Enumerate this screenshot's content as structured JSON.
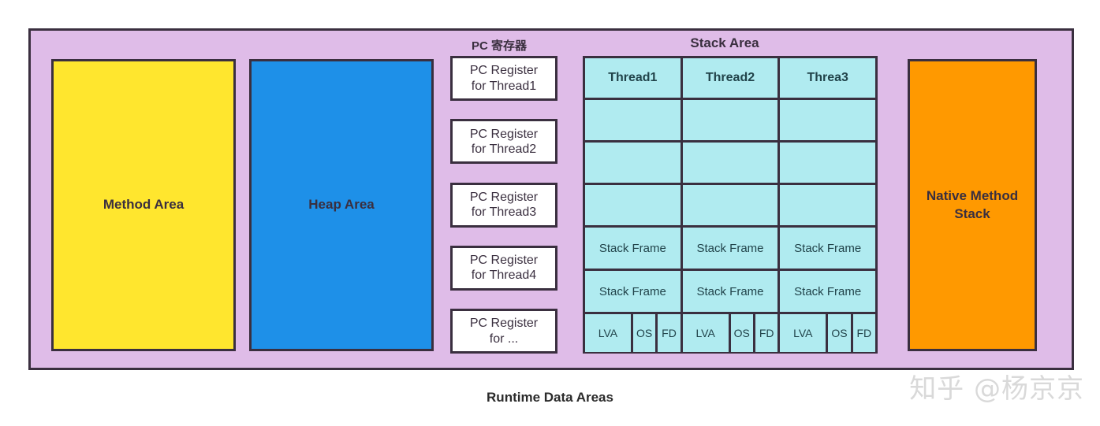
{
  "caption": "Runtime Data Areas",
  "watermark": "知乎 @杨京京",
  "colors": {
    "container_bg": "#DFBCE8",
    "border": "#3A2F3F",
    "method_area": "#FFE62E",
    "heap_area": "#1E90E8",
    "native_method_stack": "#FF9900",
    "stack_cell": "#B0EBF0",
    "pc_box": "#FFFFFF"
  },
  "blocks": {
    "method_area": "Method Area",
    "heap_area": "Heap Area",
    "native_method_stack": "Native\nMethod Stack"
  },
  "pc_section": {
    "label": "PC 寄存器",
    "registers": [
      "PC Register\nfor Thread1",
      "PC Register\nfor Thread2",
      "PC Register\nfor Thread3",
      "PC Register\nfor Thread4",
      "PC Register\nfor ..."
    ]
  },
  "stack_section": {
    "label": "Stack Area",
    "threads": [
      "Thread1",
      "Thread2",
      "Threa3"
    ],
    "empty_rows": 3,
    "frame_rows": [
      "Stack Frame",
      "Stack Frame"
    ],
    "slots": {
      "lva": "LVA",
      "os": "OS",
      "fd": "FD"
    }
  }
}
